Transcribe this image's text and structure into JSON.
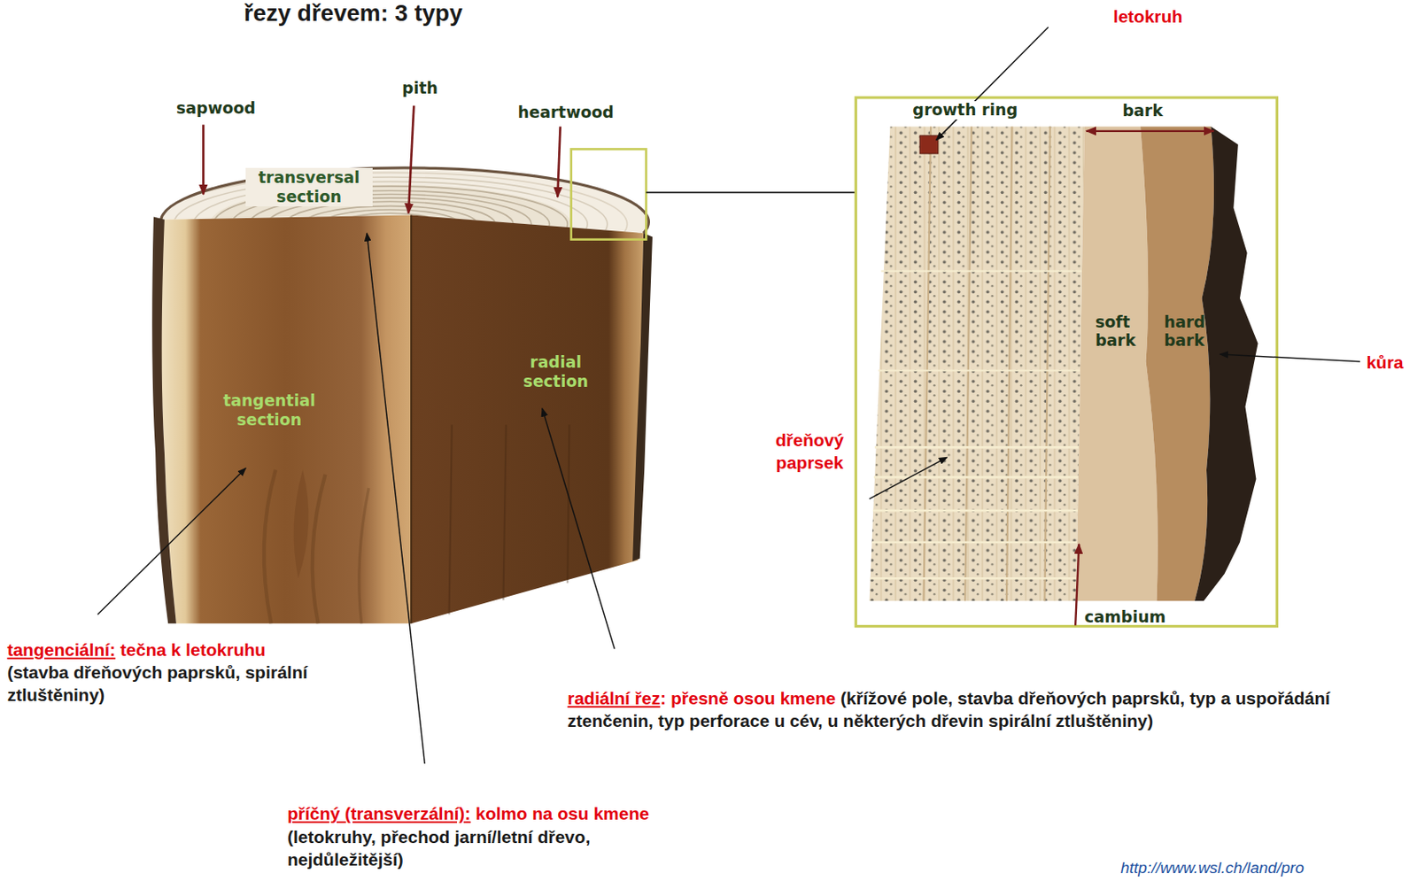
{
  "diagram": {
    "title": "řezy dřevem: 3 typy",
    "labels": [
      "letokruh",
      "sapwood",
      "pith",
      "heartwood",
      "transversal section",
      "growth ring",
      "bark",
      "soft bark",
      "hard bark",
      "kůra",
      "tangential section",
      "radial section",
      "dřeňový paprsek",
      "cambium",
      "tangenciální:",
      "tečna k letokruhu",
      "(stavba dřeňových paprsků, spirální ztluštěniny)",
      "radiální řez",
      ": přesně osou kmene",
      "(křížové pole, stavba dřeňových paprsků, typ a uspořádání ztenčenin, typ perforace u cév, u některých dřevin spirální ztluštěniny)",
      "příčný (transverzální):",
      "kolmo na osu kmene",
      "(letokruhy, přechod jarní/letní dřevo, nejdůležitější)",
      "http://www.wsl.ch/land/pro"
    ]
  }
}
